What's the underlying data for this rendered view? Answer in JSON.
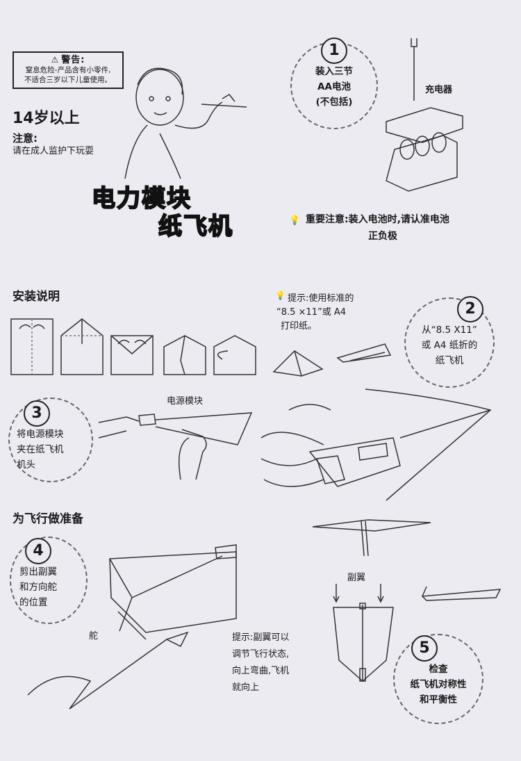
{
  "warning": {
    "title": "警告:",
    "line1": "窒息危险-产品含有小零件,",
    "line2": "不适合三岁以下儿童使用。"
  },
  "age": "14岁以上",
  "note": {
    "head": "注意:",
    "text": "请在成人监护下玩耍"
  },
  "product_title": {
    "line1": "电力模块",
    "line2": "纸飞机"
  },
  "step1": {
    "number": "1",
    "lines": [
      "装入三节",
      "AA电池",
      "(不包括)"
    ],
    "charger_label": "充电器"
  },
  "important": {
    "text1": "重要注意:装入电池时,请认准电池",
    "text2": "正负极"
  },
  "install": {
    "title": "安装说明",
    "tip1": "提示:使用标准的",
    "tip2": "“8.5 ×11”或 A4",
    "tip3": "打印纸。"
  },
  "step2": {
    "number": "2",
    "lines": [
      "从“8.5 X11”",
      "或 A4 纸折的",
      "纸飞机"
    ]
  },
  "step3": {
    "number": "3",
    "lines": [
      "将电源模块",
      "夹在纸飞机",
      "机头"
    ],
    "module_label": "电源模块"
  },
  "prepare": {
    "title": "为飞行做准备"
  },
  "step4": {
    "number": "4",
    "lines": [
      "剪出副翼",
      "和方向舵",
      "的位置"
    ],
    "rudder_label": "舵"
  },
  "aileron_label": "副翼",
  "tip_aileron": {
    "lines": [
      "提示:副翼可以",
      "调节飞行状态,",
      "向上弯曲,飞机",
      "就向上"
    ]
  },
  "step5": {
    "number": "5",
    "lines": [
      "检查",
      "纸飞机对称性",
      "和平衡性"
    ]
  }
}
